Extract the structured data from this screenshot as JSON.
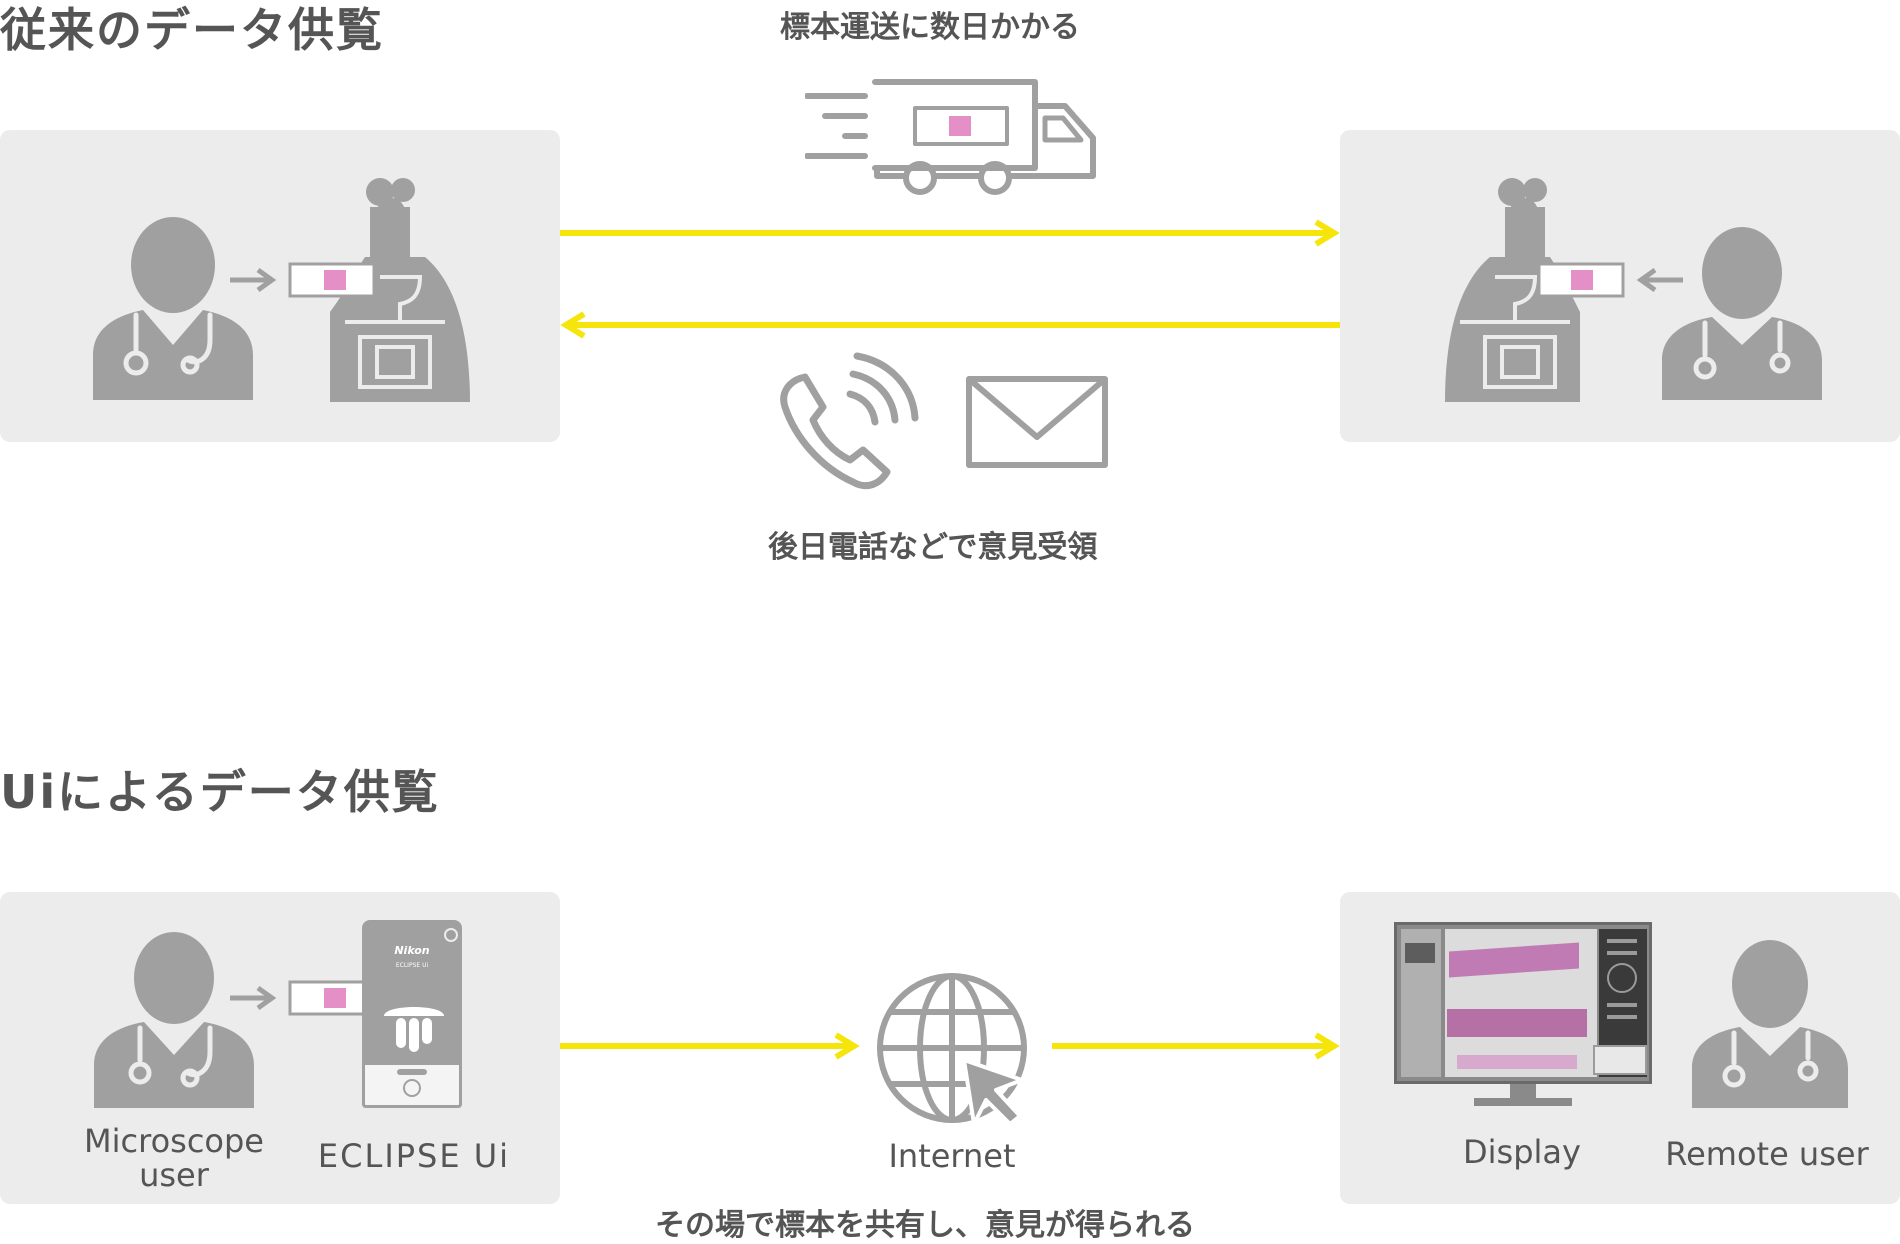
{
  "sections": {
    "conventional": {
      "title": "従来のデータ供覧",
      "transport_caption": "標本運送に数日かかる",
      "feedback_caption": "後日電話などで意見受領"
    },
    "ui": {
      "title": "Uiによるデータ供覧",
      "microscope_user_label": "Microscope\nuser",
      "eclipse_label": "ECLIPSE Ui",
      "internet_label": "Internet",
      "display_label": "Display",
      "remote_user_label": "Remote user",
      "bottom_caption": "その場で標本を共有し、意見が得られる",
      "device_brand": "Nikon",
      "device_model": "ECLIPSE Ui"
    }
  },
  "colors": {
    "arrow": "#f5e50a",
    "icon": "#a0a0a0",
    "panel": "#ececec",
    "text": "#555555",
    "specimen": "#e48fc6"
  }
}
